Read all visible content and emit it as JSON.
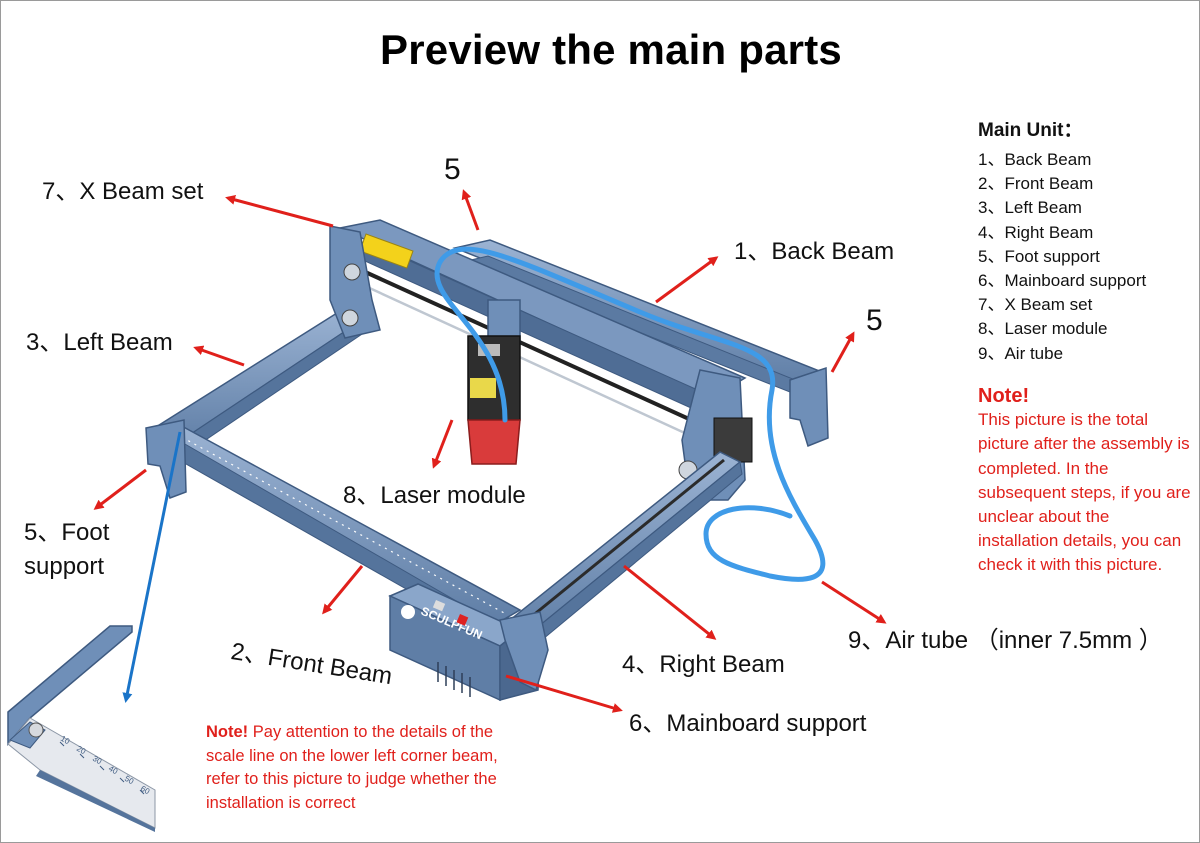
{
  "title": "Preview the main parts",
  "callouts": {
    "x_beam_set": "7、X Beam set",
    "back_beam": "1、Back Beam",
    "left_beam": "3、Left Beam",
    "laser_module": "8、Laser module",
    "foot_support_line1": "5、Foot",
    "foot_support_line2": "support",
    "front_beam": "2、Front Beam",
    "right_beam": "4、Right Beam",
    "mainboard_support": "6、Mainboard support",
    "air_tube": "9、Air tube （inner 7.5mm ）",
    "foot_marker_top": "5",
    "foot_marker_right": "5"
  },
  "legend": {
    "heading": "Main Unit：",
    "items": [
      "1、Back Beam",
      "2、Front Beam",
      "3、Left Beam",
      "4、Right Beam",
      "5、Foot support",
      "6、Mainboard support",
      "7、X Beam set",
      "8、Laser module",
      "9、Air tube"
    ]
  },
  "side_note": {
    "title": "Note!",
    "text": "This picture is the total picture after the assembly is completed. In the subsequent steps, if you are unclear about the installation details, you can check it with this picture."
  },
  "bottom_note": {
    "title": "Note!",
    "text": " Pay attention to the details of the scale line on the lower left corner beam, refer to this picture to judge whether the installation is correct"
  },
  "brand": "SCULPFUN",
  "scale_ticks": [
    "10",
    "20",
    "30",
    "40",
    "50",
    "60"
  ],
  "colors": {
    "arrow_red": "#e0201b",
    "arrow_blue": "#1a74c8",
    "frame_blue": "#6f8fb8",
    "frame_dark": "#4d6a91",
    "tube_blue": "#3f9be8",
    "note_red": "#e0201b"
  }
}
